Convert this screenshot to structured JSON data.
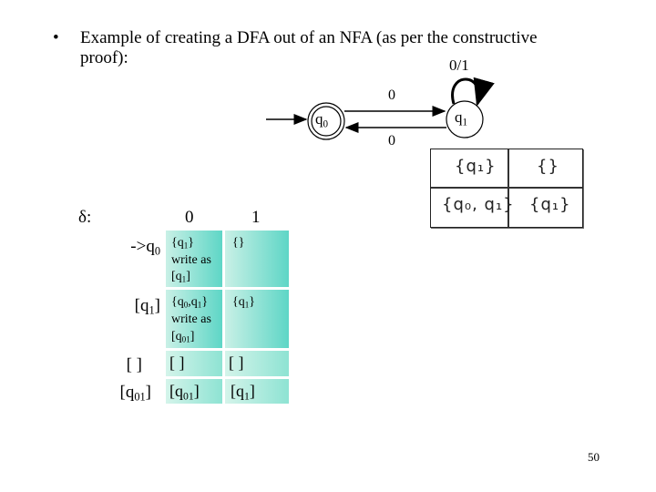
{
  "slide": {
    "bullet": "•",
    "title_line1": "Example of creating a DFA out of an NFA (as per the constructive",
    "title_line2": "proof):",
    "page_number": "50"
  },
  "diagram": {
    "loop_label": "0/1",
    "top_arrow_label": "0",
    "bottom_arrow_label": "0",
    "state_q0": "q",
    "state_q0_sub": "0",
    "state_q1": "q",
    "state_q1_sub": "1"
  },
  "nfa_table_image": {
    "r1c1": "{q₁}",
    "r1c2": "{}",
    "r2c1": "{q₀, q₁}",
    "r2c2": "{q₁}"
  },
  "dfa_table": {
    "delta_label": "δ:",
    "col_0": "0",
    "col_1": "1",
    "rows": [
      {
        "header_prefix": "->q",
        "header_sub": "0",
        "header_suffix": "",
        "c0_main": "{q",
        "c0_sub": "1",
        "c0_end": "}",
        "c0_note1": "write as",
        "c0_note2_prefix": "[q",
        "c0_note2_sub": "1",
        "c0_note2_end": "]",
        "c1_main": "{}"
      },
      {
        "header_prefix": "[q",
        "header_sub": "1",
        "header_suffix": "]",
        "c0_main": "{q",
        "c0_sub": "0",
        "c0_mid": ",q",
        "c0_sub2": "1",
        "c0_end": "}",
        "c0_note1": "write as",
        "c0_note2_prefix": "[q",
        "c0_note2_sub": "01",
        "c0_note2_end": "]",
        "c1_main": "{q",
        "c1_sub": "1",
        "c1_end": "}"
      },
      {
        "header": "[ ]",
        "c0": "[ ]",
        "c1": "[ ]"
      },
      {
        "header_prefix": "[q",
        "header_sub": "01",
        "header_suffix": "]",
        "c0_prefix": "[q",
        "c0_sub": "01",
        "c0_end": "]",
        "c1_prefix": "[q",
        "c1_sub": "1",
        "c1_end": "]"
      }
    ]
  }
}
